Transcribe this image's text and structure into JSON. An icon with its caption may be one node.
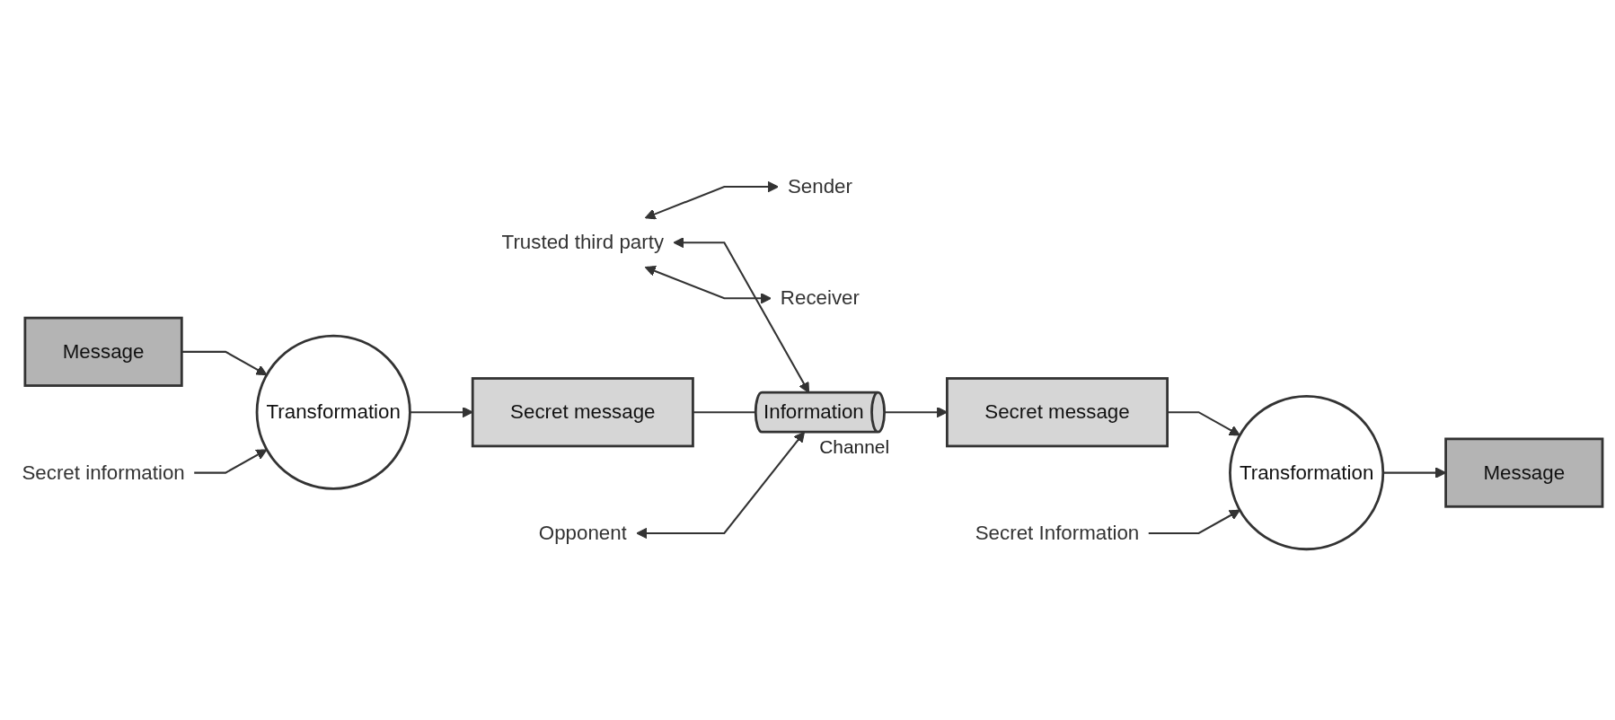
{
  "diagram": {
    "nodes": [
      {
        "text": [
          "Trusted third party"
        ]
      },
      {
        "text": [
          "Sender"
        ]
      },
      {
        "text": [
          "Message"
        ]
      },
      {
        "text": [
          "Transformation"
        ]
      },
      {
        "text": [
          "Secret information"
        ]
      },
      {
        "text": [
          "Secret message"
        ]
      },
      {
        "text": [
          "Information"
        ],
        "beside": [
          "Channel"
        ]
      },
      {
        "text": [
          "Opponent"
        ]
      },
      {
        "text": [
          "Secret message"
        ]
      },
      {
        "text": [
          "Transformation"
        ]
      },
      {
        "text": [
          "Secret Information"
        ]
      },
      {
        "text": [
          "Receiver"
        ]
      },
      {
        "text": [
          "Message"
        ]
      }
    ],
    "edges": [
      {
        "from": 0,
        "to": 1,
        "arrow": "both"
      },
      {
        "from": 0,
        "to": 6,
        "arrow": "both"
      },
      {
        "from": 0,
        "to": 11,
        "arrow": "both"
      },
      {
        "from": 2,
        "to": 3,
        "arrow": "to"
      },
      {
        "from": 4,
        "to": 3,
        "arrow": "to"
      },
      {
        "from": 3,
        "to": 5,
        "arrow": "to"
      },
      {
        "from": 5,
        "to": 6,
        "arrow": "none"
      },
      {
        "from": 6,
        "to": 8,
        "arrow": "to"
      },
      {
        "from": 7,
        "to": 6,
        "arrow": "both"
      },
      {
        "from": 8,
        "to": 9,
        "arrow": "to"
      },
      {
        "from": 10,
        "to": 9,
        "arrow": "to"
      },
      {
        "from": 9,
        "to": 12,
        "arrow": "to"
      }
    ]
  }
}
